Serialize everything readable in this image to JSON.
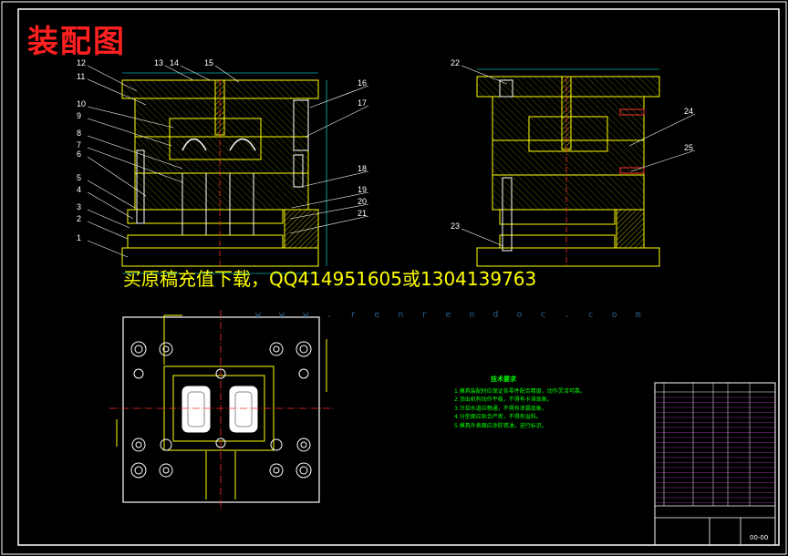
{
  "title": "装配图",
  "watermark": {
    "text": "买原稿充值下载，QQ414951605或1304139763",
    "url": "w w w . r e n r e n d o c . c o m"
  },
  "callouts": [
    "1",
    "2",
    "3",
    "4",
    "5",
    "6",
    "7",
    "8",
    "9",
    "10",
    "11",
    "12",
    "13",
    "14",
    "15",
    "16",
    "17",
    "18",
    "19",
    "20",
    "21",
    "22",
    "23",
    "24",
    "25"
  ],
  "tech_requirements": {
    "heading": "技术要求",
    "items": [
      "1.模具装配时应保证各零件配合精度，动作灵活可靠。",
      "2.顶出机构动作平稳，不得有卡滞现象。",
      "3.冷却水道应畅通，不得有渗漏现象。",
      "4.分型面应贴合严密，不得有溢料。",
      "5.模具外表面应涂防锈油，进行标识。"
    ]
  },
  "title_block": {
    "drawing_no": "00-00"
  },
  "colors": {
    "background": "#000000",
    "outline": "#ffffff",
    "section": "#ffff00",
    "hatch": "#a0a000",
    "dimension": "#00ffff",
    "center": "#ff3030",
    "part": "#ff60ff",
    "green": "#00ff00"
  }
}
